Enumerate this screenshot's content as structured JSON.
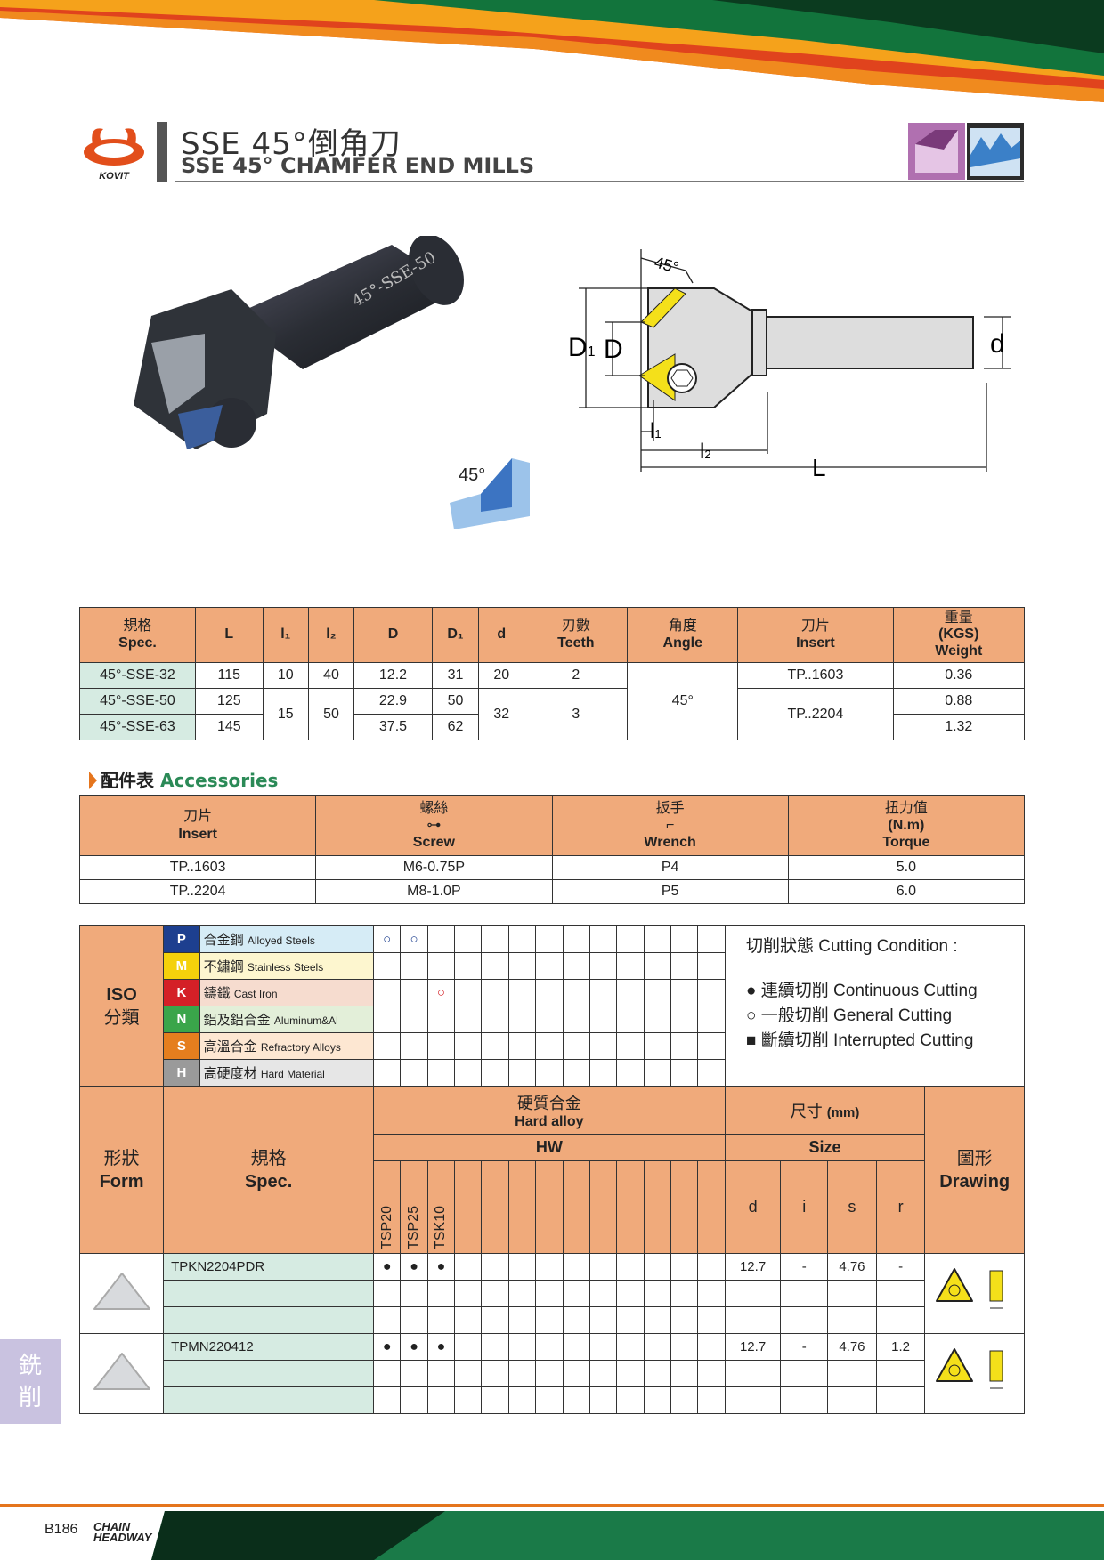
{
  "header": {
    "title_zh": "SSE 45°倒角刀",
    "title_en": "SSE 45° CHAMFER END MILLS",
    "logo_text": "KOVIT"
  },
  "figure": {
    "angle_label": "45°",
    "dim_labels": {
      "D1": "D",
      "D1_sub": "1",
      "D": "D",
      "d": "d",
      "l1": "l",
      "l1_sub": "1",
      "l2": "l",
      "l2_sub": "2",
      "L": "L",
      "angle": "45°"
    },
    "shank_text": "45°-SSE-50"
  },
  "spec_table": {
    "headers": [
      {
        "zh": "規格",
        "en": "Spec."
      },
      {
        "en": "L"
      },
      {
        "en": "l₁"
      },
      {
        "en": "l₂"
      },
      {
        "en": "D"
      },
      {
        "en": "D₁"
      },
      {
        "en": "d"
      },
      {
        "zh": "刃數",
        "en": "Teeth"
      },
      {
        "zh": "角度",
        "en": "Angle"
      },
      {
        "zh": "刀片",
        "en": "Insert"
      },
      {
        "zh": "重量",
        "en": "(KGS)",
        "en2": "Weight"
      }
    ],
    "rows": [
      {
        "spec": "45°-SSE-32",
        "L": "115",
        "l1": "10",
        "l2": "40",
        "D": "12.2",
        "D1": "31",
        "d": "20",
        "teeth": "2",
        "angle": "45°",
        "insert": "TP..1603",
        "weight": "0.36"
      },
      {
        "spec": "45°-SSE-50",
        "L": "125",
        "l1": "15",
        "l2": "50",
        "D": "22.9",
        "D1": "50",
        "d": "32",
        "teeth": "3",
        "insert": "TP..2204",
        "weight": "0.88"
      },
      {
        "spec": "45°-SSE-63",
        "L": "145",
        "D": "37.5",
        "D1": "62",
        "weight": "1.32"
      }
    ]
  },
  "accessories": {
    "title_zh": "配件表",
    "title_en": "Accessories",
    "headers": [
      {
        "zh": "刀片",
        "en": "Insert"
      },
      {
        "zh": "螺絲",
        "en": "Screw"
      },
      {
        "zh": "扳手",
        "en": "Wrench"
      },
      {
        "zh": "扭力值",
        "en": "(N.m)",
        "en2": "Torque"
      }
    ],
    "rows": [
      [
        "TP..1603",
        "M6-0.75P",
        "P4",
        "5.0"
      ],
      [
        "TP..2204",
        "M8-1.0P",
        "P5",
        "6.0"
      ]
    ]
  },
  "iso": {
    "label_en": "ISO",
    "label_zh": "分類",
    "groups": [
      {
        "letter": "P",
        "zh": "合金鋼",
        "en": "Alloyed Steels",
        "color": "#1d3f8f",
        "bg": "#d6ecf6"
      },
      {
        "letter": "M",
        "zh": "不鏽鋼",
        "en": "Stainless Steels",
        "color": "#f4d10b",
        "bg": "#fdf6cf"
      },
      {
        "letter": "K",
        "zh": "鑄鐵",
        "en": "Cast Iron",
        "color": "#d42027",
        "bg": "#f6dccf"
      },
      {
        "letter": "N",
        "zh": "鋁及鋁合金",
        "en": "Aluminum&Al",
        "color": "#3aa54a",
        "bg": "#e3efd9"
      },
      {
        "letter": "S",
        "zh": "高溫合金",
        "en": "Refractory Alloys",
        "color": "#e57e1e",
        "bg": "#fde7d2"
      },
      {
        "letter": "H",
        "zh": "高硬度材",
        "en": "Hard Material",
        "color": "#9a9a9a",
        "bg": "#e6e6e6"
      }
    ],
    "marks": {
      "P": [
        "○",
        "○",
        "",
        "",
        "",
        "",
        "",
        "",
        "",
        "",
        "",
        "",
        ""
      ],
      "K": [
        "",
        "",
        "○",
        "",
        "",
        "",
        "",
        "",
        "",
        "",
        "",
        "",
        ""
      ]
    }
  },
  "cutting": {
    "title": "切削狀態 Cutting Condition :",
    "items": [
      "● 連續切削 Continuous Cutting",
      "○ 一般切削 General Cutting",
      "■ 斷續切削 Interrupted Cutting"
    ]
  },
  "insert_table": {
    "form_zh": "形狀",
    "form_en": "Form",
    "spec_zh": "規格",
    "spec_en": "Spec.",
    "hard_zh": "硬質合金",
    "hard_en": "Hard alloy",
    "hw": "HW",
    "size_zh": "尺寸",
    "size_unit": "(mm)",
    "size_en": "Size",
    "drawing_zh": "圖形",
    "drawing_en": "Drawing",
    "grades": [
      "TSP20",
      "TSP25",
      "TSK10"
    ],
    "size_cols": [
      "d",
      "i",
      "s",
      "r"
    ],
    "rows": [
      {
        "spec": "TPKN2204PDR",
        "marks": [
          "●",
          "●",
          "●"
        ],
        "d": "12.7",
        "i": "-",
        "s": "4.76",
        "r": "-"
      },
      {
        "spec": "TPMN220412",
        "marks": [
          "●",
          "●",
          "●"
        ],
        "d": "12.7",
        "i": "-",
        "s": "4.76",
        "r": "1.2"
      }
    ]
  },
  "footer": {
    "page": "B186",
    "brand": "CHAIN HEADWAY",
    "side_tab": "銑削"
  }
}
